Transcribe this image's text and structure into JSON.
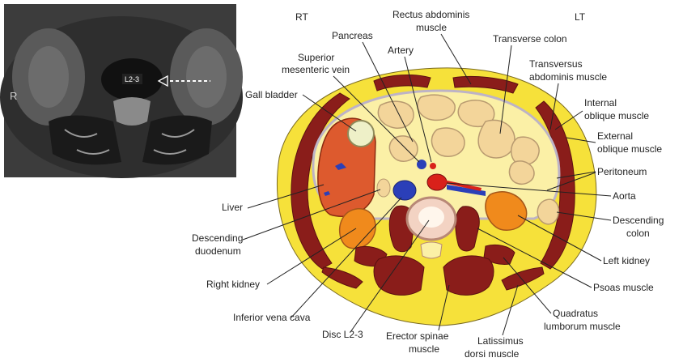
{
  "mri": {
    "level_label": "L2-3",
    "side_label": "R"
  },
  "orientation": {
    "right": "RT",
    "left": "LT"
  },
  "labels": {
    "rectus_1": "Rectus abdominis",
    "rectus_2": "muscle",
    "pancreas": "Pancreas",
    "artery": "Artery",
    "transverse_colon": "Transverse colon",
    "smv_1": "Superior",
    "smv_2": "mesenteric vein",
    "transversus_1": "Transversus",
    "transversus_2": "abdominis muscle",
    "gall_bladder": "Gall bladder",
    "internal_oblique_1": "Internal",
    "internal_oblique_2": "oblique muscle",
    "external_oblique_1": "External",
    "external_oblique_2": "oblique muscle",
    "peritoneum": "Peritoneum",
    "aorta": "Aorta",
    "liver": "Liver",
    "descending_colon_1": "Descending",
    "descending_colon_2": "colon",
    "descending_duodenum_1": "Descending",
    "descending_duodenum_2": "duodenum",
    "left_kidney": "Left kidney",
    "right_kidney": "Right kidney",
    "psoas": "Psoas muscle",
    "ivc": "Inferior vena cava",
    "quadratus_1": "Quadratus",
    "quadratus_2": "lumborum muscle",
    "disc": "Disc L2-3",
    "erector_1": "Erector spinae",
    "erector_2": "muscle",
    "latissimus_1": "Latissimus",
    "latissimus_2": "dorsi muscle"
  },
  "colors": {
    "fat": "#f6e13a",
    "fat_light": "#fbf0a6",
    "muscle": "#8a1d1a",
    "muscle_dark": "#5c1010",
    "liver": "#dd5a2e",
    "kidney": "#f08a1c",
    "vein": "#2b3fb8",
    "artery": "#d9211a",
    "bowel": "#f3d59a",
    "bowel_wall": "#b89a70",
    "peritoneum": "#bdb3c6",
    "disc": "#f3d3c3"
  }
}
